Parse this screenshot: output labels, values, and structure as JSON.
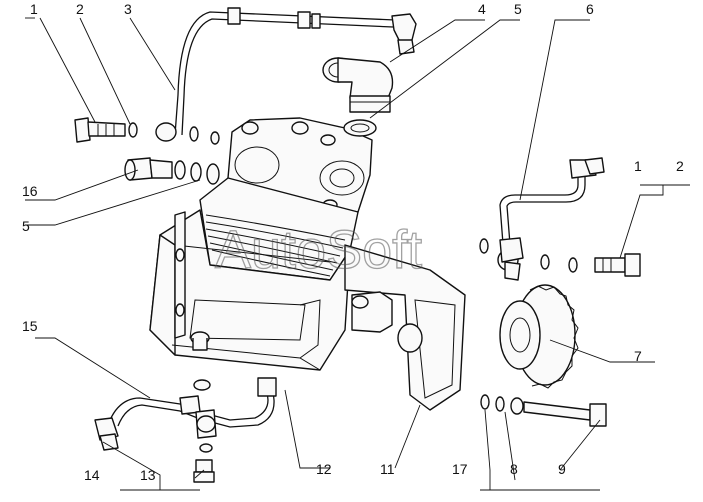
{
  "watermark": "AutoSoft",
  "callouts": [
    "1",
    "2",
    "3",
    "4",
    "5",
    "6",
    "16",
    "5",
    "1",
    "2",
    "15",
    "7",
    "14",
    "13",
    "12",
    "11",
    "17",
    "8",
    "9"
  ],
  "colors": {
    "line": "#111111",
    "background": "#ffffff",
    "watermark": "#555555"
  }
}
